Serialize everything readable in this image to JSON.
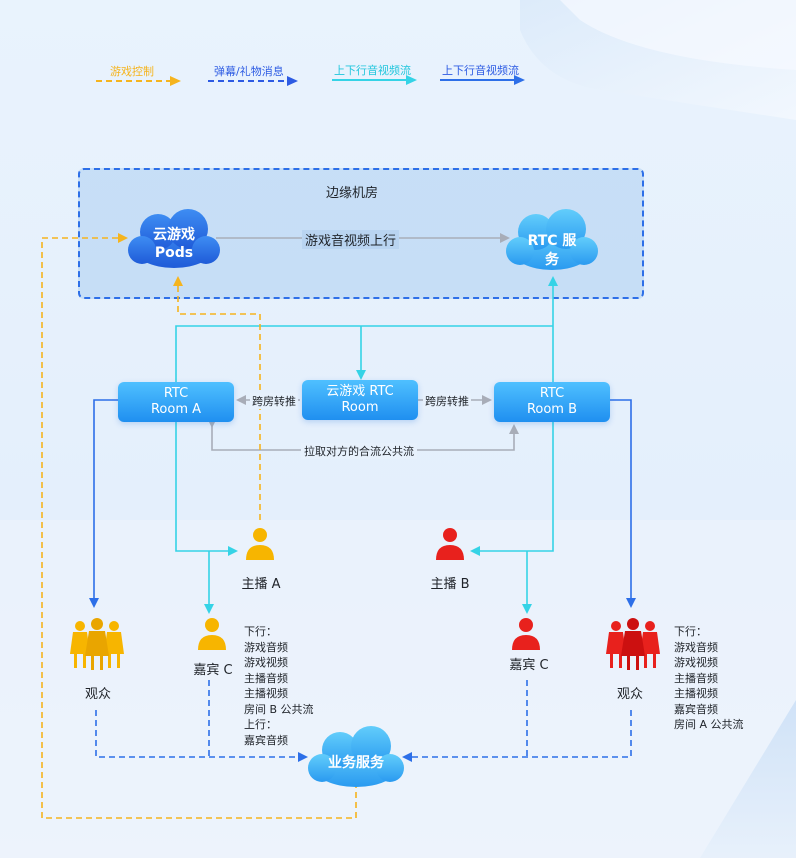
{
  "legend": [
    {
      "label": "游戏控制",
      "color": "#f5b41e"
    },
    {
      "label": "弹幕/礼物消息",
      "color": "#2d5be3"
    },
    {
      "label": "上下行音视频流",
      "color": "#35d3e6"
    },
    {
      "label": "上下行音视频流",
      "color": "#2d5be3"
    }
  ],
  "zone": {
    "title": "边缘机房"
  },
  "nodes": {
    "pods": {
      "line1": "云游戏",
      "line2": "Pods"
    },
    "rtc_service": {
      "line1": "RTC 服",
      "line2": "务"
    },
    "room_a": {
      "line1": "RTC",
      "line2": "Room A"
    },
    "cloud_game_rtc": {
      "line1": "云游戏 RTC",
      "line2": "Room"
    },
    "room_b": {
      "line1": "RTC",
      "line2": "Room B"
    },
    "business": {
      "label": "业务服务"
    }
  },
  "edge_labels": {
    "upstream": "游戏音视频上行",
    "relay_a": "跨房转推",
    "relay_b": "跨房转推",
    "pull_mixed": "拉取对方的合流公共流"
  },
  "people": {
    "host_a": "主播 A",
    "host_b": "主播 B",
    "guest_a": "嘉宾 C",
    "guest_b": "嘉宾 C",
    "audience_a": "观众",
    "audience_b": "观众"
  },
  "notes_a": [
    "下行：",
    "游戏音频",
    "游戏视频",
    "主播音频",
    "主播视频",
    "房间 B 公共流",
    "上行：",
    "嘉宾音频"
  ],
  "notes_b": [
    "下行：",
    "游戏音频",
    "游戏视频",
    "主播音频",
    "主播视频",
    "嘉宾音频",
    "房间 A 公共流"
  ],
  "colors": {
    "game_control": "#f5b41e",
    "message": "#2d5be3",
    "av_cyan": "#35d3e6",
    "av_blue": "#2d6fe8",
    "gray": "#a8adb8",
    "host_a": "#f7b500",
    "host_b": "#e8211d"
  }
}
